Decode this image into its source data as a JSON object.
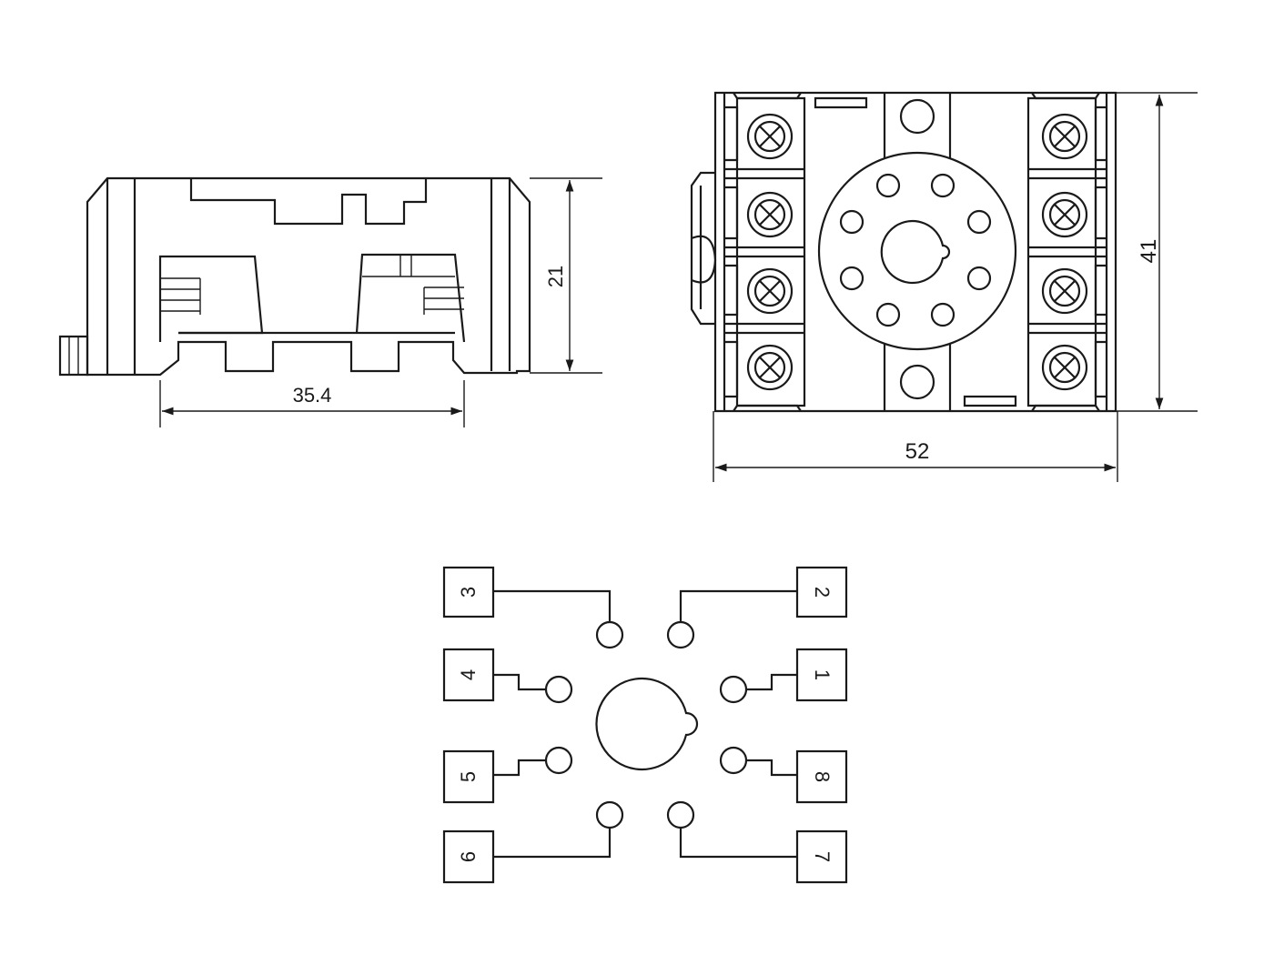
{
  "dimensions": {
    "side_width": "35.4",
    "side_height": "21",
    "top_width": "52",
    "top_height": "41"
  },
  "pins": [
    "1",
    "2",
    "3",
    "4",
    "5",
    "6",
    "7",
    "8"
  ],
  "colors": {
    "line": "#1a1a1a",
    "background": "#ffffff"
  }
}
